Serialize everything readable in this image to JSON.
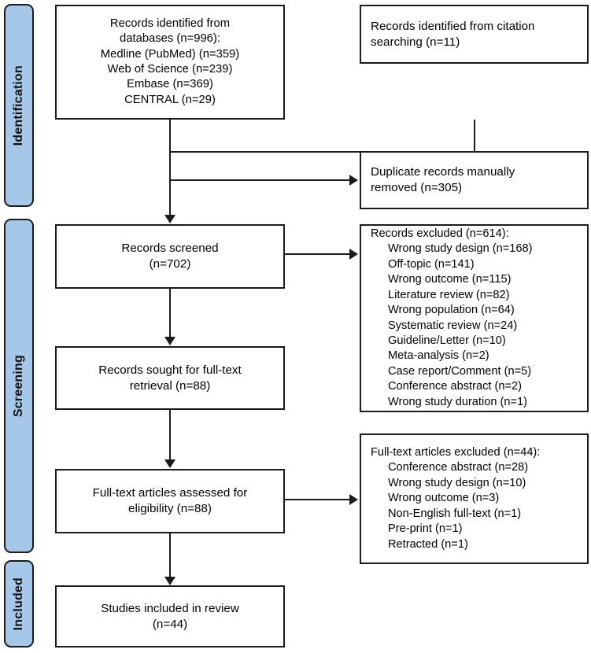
{
  "diagram": {
    "type": "prisma-flow-diagram",
    "accent_color": "#a5c8e8",
    "line_color": "#1b1b1b",
    "box_background": "#ffffff"
  },
  "phases": [
    {
      "id": "identification",
      "label": "Identification"
    },
    {
      "id": "screening",
      "label": "Screening"
    },
    {
      "id": "included",
      "label": "Included"
    }
  ],
  "boxes": {
    "identified_databases": {
      "id": "records-identified-databases",
      "lines": [
        "Records identified from",
        "databases (n=996):",
        "Medline (PubMed) (n=359)",
        "Web of Science (n=239)",
        "Embase (n=369)",
        "CENTRAL (n=29)"
      ]
    },
    "identified_citation": {
      "id": "records-identified-citation",
      "lines": [
        "Records identified from citation",
        "searching (n=11)"
      ]
    },
    "duplicates_removed": {
      "id": "duplicate-records-removed",
      "lines": [
        "Duplicate records manually",
        "removed (n=305)"
      ]
    },
    "records_screened": {
      "id": "records-screened",
      "lines": [
        "Records screened",
        "(n=702)"
      ]
    },
    "records_excluded": {
      "id": "records-excluded",
      "header": "Records excluded (n=614):",
      "items": [
        "Wrong study design (n=168)",
        "Off-topic (n=141)",
        "Wrong outcome (n=115)",
        "Literature review (n=82)",
        "Wrong population (n=64)",
        "Systematic review (n=24)",
        "Guideline/Letter (n=10)",
        "Meta-analysis (n=2)",
        "Case report/Comment (n=5)",
        "Conference abstract (n=2)",
        "Wrong study duration (n=1)"
      ]
    },
    "records_sought": {
      "id": "records-sought-fulltext",
      "lines": [
        "Records sought for full-text",
        "retrieval (n=88)"
      ]
    },
    "fulltext_assessed": {
      "id": "fulltext-articles-assessed",
      "lines": [
        "Full-text articles assessed for",
        "eligibility (n=88)"
      ]
    },
    "fulltext_excluded": {
      "id": "fulltext-articles-excluded",
      "header": "Full-text articles excluded (n=44):",
      "items": [
        "Conference abstract (n=28)",
        "Wrong study design (n=10)",
        "Wrong outcome (n=3)",
        "Non-English full-text (n=1)",
        "Pre-print (n=1)",
        "Retracted (n=1)"
      ]
    },
    "studies_included": {
      "id": "studies-included-in-review",
      "lines": [
        "Studies included in review",
        "(n=44)"
      ]
    }
  },
  "chart_data": {
    "type": "diagram",
    "title": "PRISMA 2020 flow diagram",
    "nodes": [
      {
        "name": "Records identified from databases",
        "n": 996
      },
      {
        "name": "Medline (PubMed)",
        "n": 359
      },
      {
        "name": "Web of Science",
        "n": 239
      },
      {
        "name": "Embase",
        "n": 369
      },
      {
        "name": "CENTRAL",
        "n": 29
      },
      {
        "name": "Records identified from citation searching",
        "n": 11
      },
      {
        "name": "Duplicate records manually removed",
        "n": 305
      },
      {
        "name": "Records screened",
        "n": 702
      },
      {
        "name": "Records excluded",
        "n": 614
      },
      {
        "name": "Records sought for full-text retrieval",
        "n": 88
      },
      {
        "name": "Full-text articles assessed for eligibility",
        "n": 88
      },
      {
        "name": "Full-text articles excluded",
        "n": 44
      },
      {
        "name": "Studies included in review",
        "n": 44
      }
    ]
  }
}
